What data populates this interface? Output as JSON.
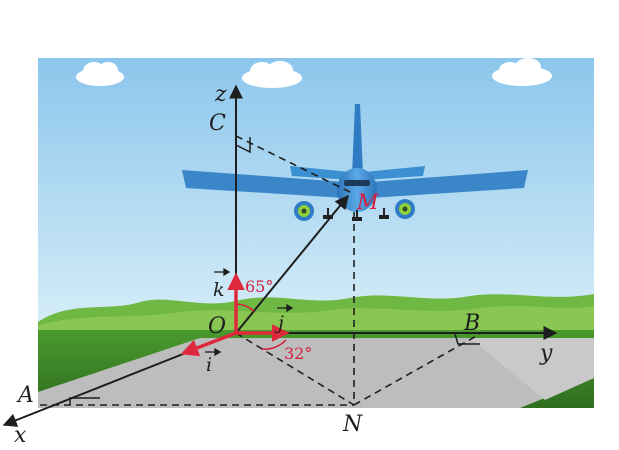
{
  "labels": {
    "z_axis": "z",
    "y_axis": "y",
    "x_axis": "x",
    "origin": "O",
    "point_c": "C",
    "point_b": "B",
    "point_a": "A",
    "point_n": "N",
    "point_m": "M"
  },
  "vectors": {
    "i": "i",
    "j": "j",
    "k": "k"
  },
  "angles": {
    "k_to_om": "65°",
    "i_to_on": "32°"
  },
  "colors": {
    "sky": "#9fd0ee",
    "grass": "#3f8a28",
    "runway": "#b9b9b9",
    "axis": "#1e1e1e",
    "unit_vector": "#e0283c",
    "angle_mark": "#d81e3c",
    "plane_body": "#3b8fd3"
  }
}
